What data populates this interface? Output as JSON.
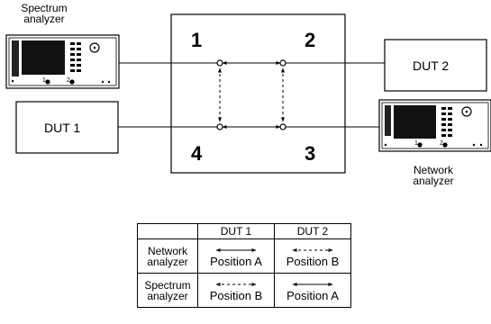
{
  "labels": {
    "spectrum_analyzer_top": [
      "Spectrum",
      "analyzer"
    ],
    "network_analyzer_bottom": [
      "Network",
      "analyzer"
    ],
    "dut1": "DUT 1",
    "dut2": "DUT 2"
  },
  "ports": [
    "1",
    "2",
    "3",
    "4"
  ],
  "instrument_markers": {
    "spectrum": [
      "1",
      "2"
    ],
    "network": [
      "1",
      "2"
    ]
  },
  "table": {
    "headers": [
      "",
      "DUT 1",
      "DUT 2"
    ],
    "rows": [
      {
        "label": [
          "Network",
          "analyzer"
        ],
        "cells": [
          {
            "arrow": "solid",
            "text": "Position A"
          },
          {
            "arrow": "dashed",
            "text": "Position B"
          }
        ]
      },
      {
        "label": [
          "Spectrum",
          "analyzer"
        ],
        "cells": [
          {
            "arrow": "dashed",
            "text": "Position B"
          },
          {
            "arrow": "solid",
            "text": "Position A"
          }
        ]
      }
    ]
  }
}
